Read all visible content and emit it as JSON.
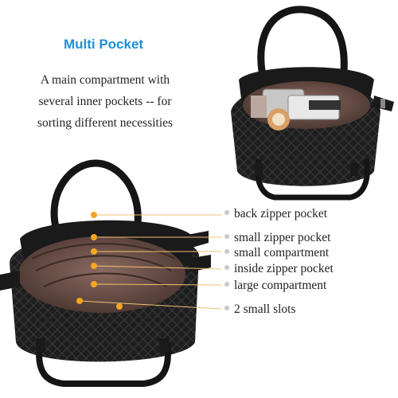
{
  "heading": {
    "title": "Multi Pocket",
    "color": "#1f8fd6"
  },
  "description": {
    "lines": [
      "A main compartment with",
      "several inner pockets -- for",
      "sorting different necessities"
    ]
  },
  "pocket_labels": [
    "back zipper pocket",
    "small zipper pocket",
    "small compartment",
    "inside zipper pocket",
    "large compartment",
    "2 small slots"
  ],
  "colors": {
    "accent": "#1f8fd6",
    "leather": "#1b1b1b",
    "lining": "#6d4e46",
    "marker": "#f5a623",
    "leader_line": "#f0c070"
  }
}
